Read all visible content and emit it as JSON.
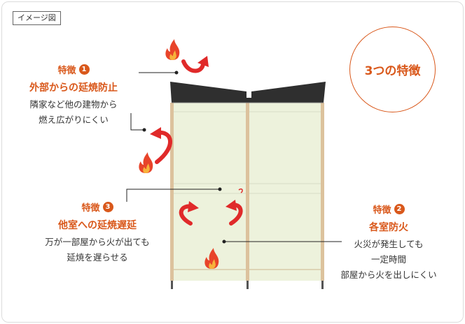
{
  "badge": "イメージ図",
  "circle_title": "3つの特徴",
  "feature1": {
    "head": "特徴",
    "num": "1",
    "title": "外部からの延焼防止",
    "desc1": "隣家など他の建物から",
    "desc2": "燃え広がりにくい"
  },
  "feature2": {
    "head": "特徴",
    "num": "2",
    "title": "各室防火",
    "desc1": "火災が発生しても",
    "desc2": "一定時間",
    "desc3": "部屋から火を出しにくい"
  },
  "feature3": {
    "head": "特徴",
    "num": "3",
    "title": "他室への延焼遅延",
    "desc1": "万が一部屋から火が出ても",
    "desc2": "延焼を遅らせる"
  },
  "colors": {
    "accent": "#d9581b",
    "arrow": "#e02a2a",
    "wall": "#edf2dc",
    "stud": "#dcc29d",
    "roof": "#2f2f2f"
  }
}
